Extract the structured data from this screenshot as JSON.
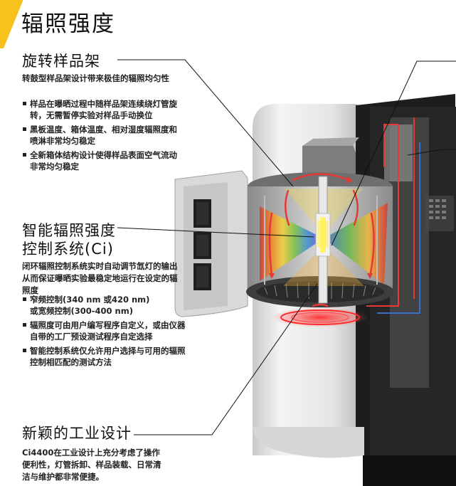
{
  "page": {
    "title": "辐照强度"
  },
  "rack": {
    "title": "旋转样品架",
    "subtitle": "转鼓型样品架设计带来极佳的辐照均匀性",
    "bullets": [
      "样品在曝晒过程中随样品架连续绕灯管旋转，无需暂停实验对样品手动换位",
      "黑板温度、箱体温度、相对湿度辐照度和喷淋非常均匀稳定",
      "全新箱体结构设计使得样品表面空气流动非常均匀稳定"
    ]
  },
  "ci": {
    "title_line1": "智能辐照强度",
    "title_line2": "控制系统(Ci)",
    "description": "闭环辐照控制系统实时自动调节氙灯的输出从而保证曝晒实验最稳定地运行在设定的辐照度",
    "bullets": [
      {
        "line1": "窄频控制(340 nm 或420 nm)",
        "line2": "或宽频控制(300-400 nm)"
      },
      {
        "line1": "辐照度可由用户编写程序自定义，或由仪器自带的工厂预设测试程序自定选择",
        "line2": ""
      },
      {
        "line1": "智能控制系统仅允许用户选择与可用的辐照控制相匹配的测试方法",
        "line2": ""
      }
    ]
  },
  "design": {
    "title": "新颖的工业设计",
    "description": "Ci4400在工业设计上充分考虑了操作便利性，灯管拆卸、样品装载、日常清洁与维护都非常便捷。"
  },
  "colors": {
    "accent": "#f6c21b",
    "airflow": "#e53935",
    "cabinet_dark": "#1d1d1d"
  }
}
